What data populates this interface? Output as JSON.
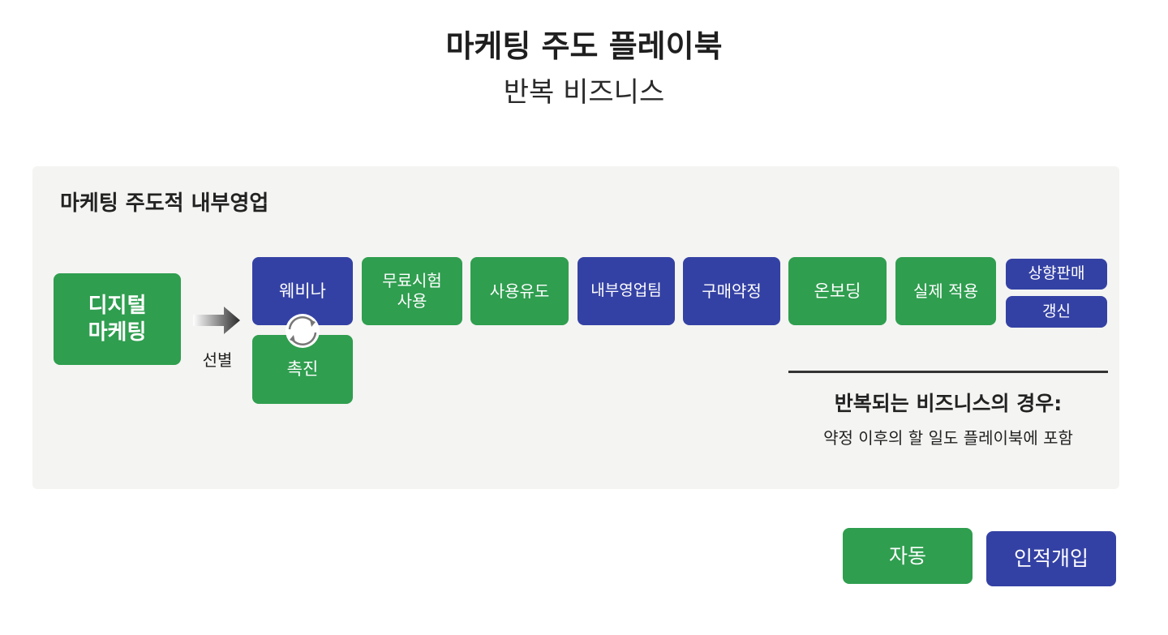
{
  "title": "마케팅 주도 플레이북",
  "subtitle": "반복 비즈니스",
  "panel": {
    "heading": "마케팅 주도적 내부영업",
    "source": "디지털\n마케팅",
    "arrow_label": "선별",
    "steps": {
      "webinar": "웨비나",
      "promotion": "촉진",
      "free_trial": "무료시험\n사용",
      "usage_induction": "사용유도",
      "inside_sales_team": "내부영업팀",
      "purchase_contract": "구매약정",
      "onboarding": "온보딩",
      "actual_application": "실제 적용",
      "upselling": "상향판매",
      "renewal": "갱신"
    },
    "note": {
      "heading": "반복되는 비즈니스의 경우:",
      "body": "약정 이후의 할 일도 플레이북에 포함"
    }
  },
  "legend": {
    "automatic": "자동",
    "human_intervention": "인적개입"
  },
  "colors": {
    "automatic": "#2f9e4f",
    "human_intervention": "#3441a4",
    "panel_background": "#f4f4f2"
  },
  "icons": {
    "flow_arrow": "gradient-right-arrow",
    "cycle": "circular-arrows-icon"
  }
}
